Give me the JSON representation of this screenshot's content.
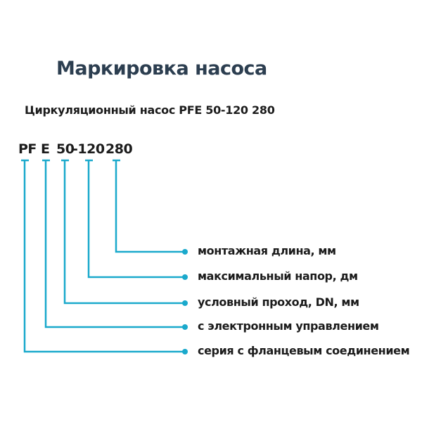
{
  "title": "Маркировка насоса",
  "subtitle": "Циркуляционный насос PFE 50-120 280",
  "code_parts": [
    "PF",
    "E",
    "50",
    "-120",
    "280"
  ],
  "labels": [
    "монтажная длина, мм",
    "максимальный напор, дм",
    "условный проход, DN, мм",
    "с электронным управлением",
    "серия с фланцевым соединением"
  ],
  "colors": {
    "line": "#1aa9cc",
    "title": "#2c3e50"
  }
}
